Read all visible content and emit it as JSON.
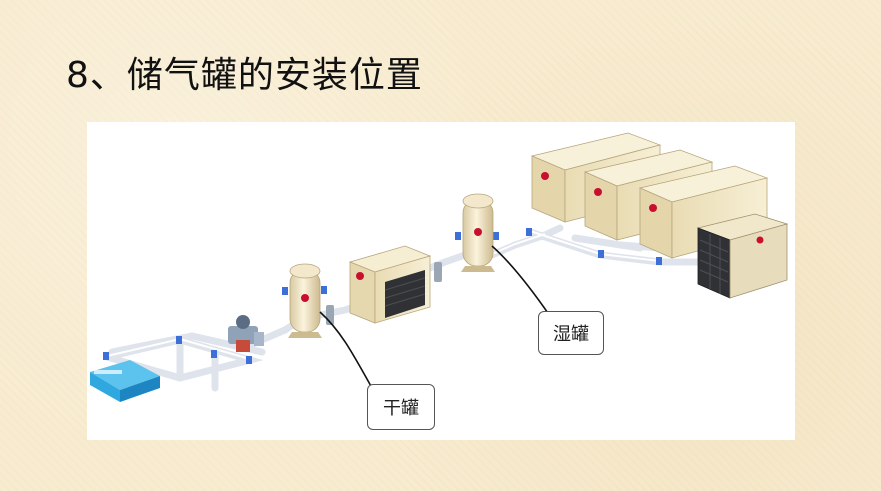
{
  "slide": {
    "title": "8、储气罐的安装位置"
  },
  "diagram": {
    "callouts": {
      "wet_tank": "湿罐",
      "dry_tank": "干罐"
    }
  },
  "colors": {
    "background": "#f8ecd0",
    "compressor_body": "#f1e7c7",
    "compressor_dark": "#2f3134",
    "brand_red": "#c8102e",
    "pipe": "#e7eaf2",
    "pipe_joint": "#3d6fd9",
    "tank": "#f0e3c3",
    "water_tank": "#2fa8e0"
  }
}
